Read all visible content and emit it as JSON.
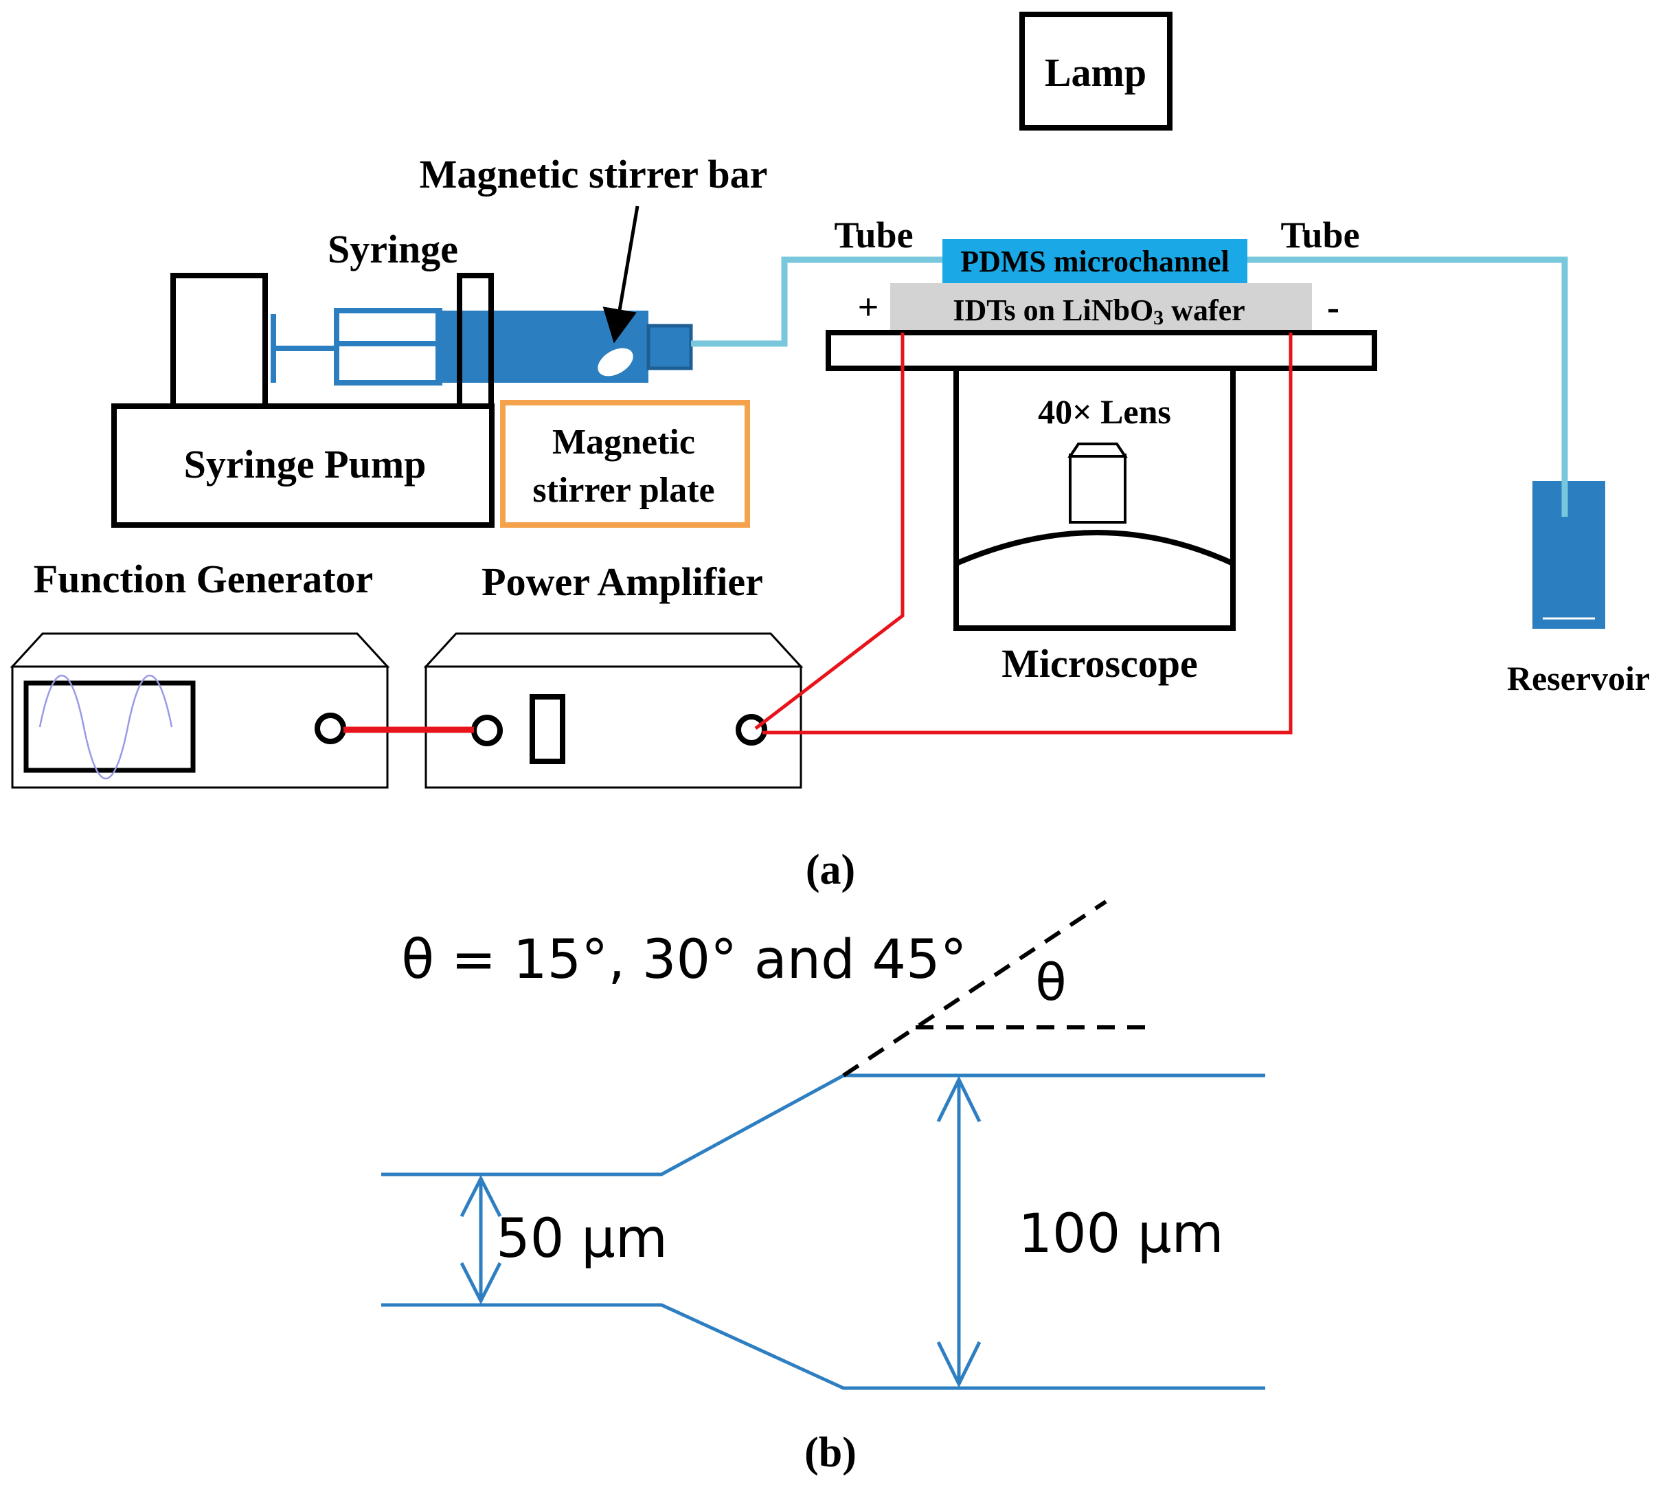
{
  "panel_a": {
    "caption": "(a)",
    "labels": {
      "lamp": "Lamp",
      "magnetic_stirrer_bar": "Magnetic stirrer bar",
      "syringe": "Syringe",
      "syringe_pump": "Syringe Pump",
      "stirrer_plate_line1": "Magnetic",
      "stirrer_plate_line2": "stirrer  plate",
      "tube_left": "Tube",
      "tube_right": "Tube",
      "pdms_microchannel": "PDMS microchannel",
      "idt_prefix": "IDTs on LiNbO",
      "idt_subscript": "3",
      "idt_suffix": " wafer",
      "plus_terminal": "+",
      "minus_terminal": "-",
      "lens": "40× Lens",
      "microscope": "Microscope",
      "reservoir": "Reservoir",
      "function_generator": "Function Generator",
      "power_amplifier": "Power Amplifier"
    },
    "colors": {
      "syringe_blue": "#2b7fc0",
      "tube_light_blue": "#78c7dc",
      "pdms_cyan": "#1aa9e6",
      "idt_gray": "#d3d3d3",
      "stirrer_plate_orange": "#f4a24c",
      "wire_red": "#e8141b",
      "sine_wave": "#9a9ae6"
    }
  },
  "panel_b": {
    "caption": "(b)",
    "angle_text": "θ = 15°, 30° and 45°",
    "theta_symbol": "θ",
    "narrow_width": "50 μm",
    "wide_width": "100 μm",
    "colors": {
      "channel_blue": "#2e7fc2"
    }
  }
}
